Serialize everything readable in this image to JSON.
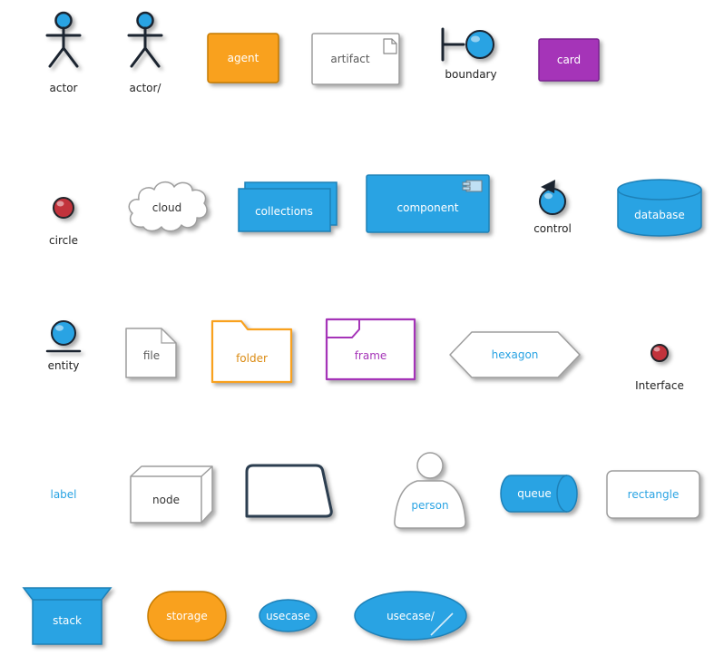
{
  "palette": {
    "shape_blue": "#29A3E3",
    "shape_blue_border": "#1E81B8",
    "shape_orange": "#F9A11E",
    "shape_orange_border": "#C67B00",
    "shape_purple": "#A534B8",
    "shape_purple_border": "#7B2391",
    "shape_red": "#C2333C",
    "outline_dark": "#1B2430",
    "neutral_border": "#9E9E9E",
    "package_border": "#2C3E50",
    "text_white": "#FFFFFF",
    "text_blue": "#29A3E3",
    "text_gray": "#5A5A5A",
    "text_orange": "#DB8B13",
    "text_purple": "#A534B8",
    "background": "#FFFFFF"
  },
  "shapes": {
    "actor": {
      "label": "actor"
    },
    "actor_slash": {
      "label": "actor/"
    },
    "agent": {
      "label": "agent"
    },
    "artifact": {
      "label": "artifact"
    },
    "boundary": {
      "label": "boundary"
    },
    "card": {
      "label": "card"
    },
    "circle": {
      "label": "circle"
    },
    "cloud": {
      "label": "cloud"
    },
    "collections": {
      "label": "collections"
    },
    "component": {
      "label": "component"
    },
    "control": {
      "label": "control"
    },
    "database": {
      "label": "database"
    },
    "entity": {
      "label": "entity"
    },
    "file": {
      "label": "file"
    },
    "folder": {
      "label": "folder"
    },
    "frame": {
      "label": "frame"
    },
    "hexagon": {
      "label": "hexagon"
    },
    "interface": {
      "label": "Interface"
    },
    "label": {
      "label": "label"
    },
    "node": {
      "label": "node"
    },
    "person": {
      "label": "person"
    },
    "queue": {
      "label": "queue"
    },
    "rectangle": {
      "label": "rectangle"
    },
    "stack": {
      "label": "stack"
    },
    "storage": {
      "label": "storage"
    },
    "usecase": {
      "label": "usecase"
    },
    "usecase_slash": {
      "label": "usecase/"
    }
  }
}
